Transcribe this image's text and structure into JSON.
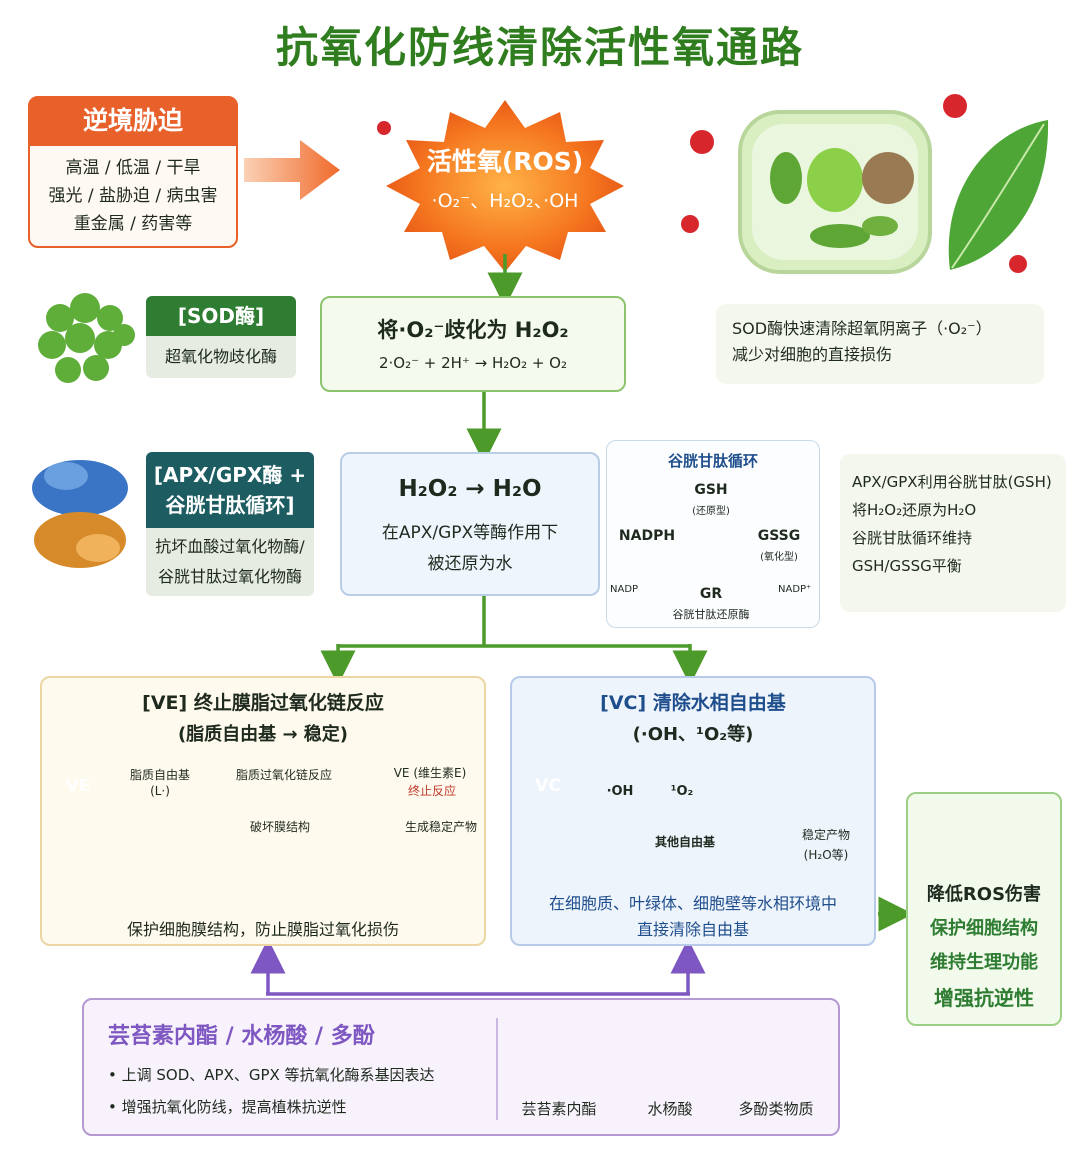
{
  "title": "抗氧化防线清除活性氧通路",
  "stress": {
    "heading": "逆境胁迫",
    "lines": [
      "高温 / 低温 / 干旱",
      "强光 / 盐胁迫 / 病虫害",
      "重金属 / 药害等"
    ]
  },
  "ros": {
    "name": "活性氧(ROS)",
    "species": "·O₂⁻、H₂O₂、·OH"
  },
  "sod": {
    "label": "[SOD酶]",
    "sublabel": "超氧化物歧化酶",
    "step_title": "将·O₂⁻歧化为 H₂O₂",
    "equation": "2·O₂⁻ + 2H⁺ → H₂O₂ + O₂",
    "note_line1": "SOD酶快速清除超氧阴离子（·O₂⁻）",
    "note_line2": "减少对细胞的直接损伤"
  },
  "apx": {
    "label_line1": "[APX/GPX酶 +",
    "label_line2": "谷胱甘肽循环]",
    "sub_line1": "抗坏血酸过氧化物酶/",
    "sub_line2": "谷胱甘肽过氧化物酶",
    "step_title": "H₂O₂ → H₂O",
    "step_line1": "在APX/GPX等酶作用下",
    "step_line2": "被还原为水",
    "note_line1": "APX/GPX利用谷胱甘肽(GSH)",
    "note_line2": "将H₂O₂还原为H₂O",
    "note_line3": "谷胱甘肽循环维持",
    "note_line4": "GSH/GSSG平衡"
  },
  "cycle": {
    "title": "谷胱甘肽循环",
    "gsh": "GSH",
    "gsh_sub": "(还原型)",
    "gssg": "GSSG",
    "gssg_sub": "(氧化型)",
    "nadph": "NADPH",
    "nadp_left": "NADP",
    "nadp_right": "NADP⁺",
    "gr": "GR",
    "gr_sub": "谷胱甘肽还原酶"
  },
  "ve": {
    "title": "[VE] 终止膜脂过氧化链反应",
    "subtitle": "(脂质自由基 → 稳定)",
    "icon": "VE",
    "lipid_radical": "脂质自由基",
    "lipid_radical_sym": "(L·)",
    "chain_reaction": "脂质过氧化链反应",
    "destroy": "破坏膜结构",
    "ve_name": "VE (维生素E)",
    "stop": "终止反应",
    "stable": "生成稳定产物",
    "footer": "保护细胞膜结构，防止膜脂过氧化损伤"
  },
  "vc": {
    "title": "[VC] 清除水相自由基",
    "subtitle": "(·OH、¹O₂等)",
    "icon": "VC",
    "oh": "·OH",
    "o2": "¹O₂",
    "other": "其他自由基",
    "product": "稳定产物",
    "product_sub": "(H₂O等)",
    "footer_line1": "在细胞质、叶绿体、细胞壁等水相环境中",
    "footer_line2": "直接清除自由基"
  },
  "result": {
    "line1": "降低ROS伤害",
    "line2": "保护细胞结构",
    "line3": "维持生理功能",
    "line4": "增强抗逆性"
  },
  "regulators": {
    "title": "芸苔素内酯 / 水杨酸 / 多酚",
    "bullet1": "• 上调 SOD、APX、GPX 等抗氧化酶系基因表达",
    "bullet2": "• 增强抗氧化防线，提高植株抗逆性",
    "item1": "芸苔素内酯",
    "item2": "水杨酸",
    "item3": "多酚类物质"
  },
  "colors": {
    "title_green": "#2f7d1e",
    "stress_orange": "#e8602a",
    "flow_green": "#4c9a2a",
    "purple": "#7e57c2",
    "blue_text": "#1f4e8c"
  }
}
